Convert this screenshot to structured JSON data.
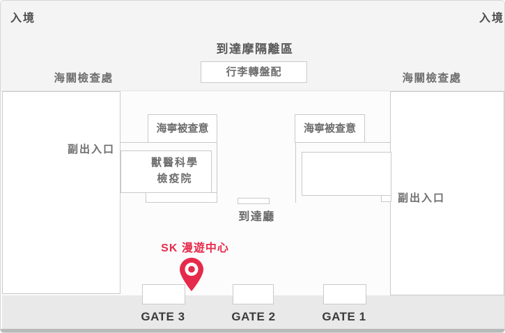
{
  "colors": {
    "marker": "#e62a4b",
    "marker_inner": "#ffffff",
    "walkway_gray": "#e9e9e9",
    "wall_gray": "#c9c9c9",
    "label_gray": "#6d6d6d"
  },
  "top": {
    "entry_left": "入境",
    "entry_right": "入境",
    "quarantine_area": "到達摩隔離區",
    "baggage_carousel": "行李轉盤配",
    "customs_left": "海關檢查處",
    "customs_right": "海關檢查處"
  },
  "left_wing": {
    "sub_exit": "副出入口"
  },
  "right_wing": {
    "sub_exit": "副出入口"
  },
  "center": {
    "inspection_left": "海寧被查意",
    "inspection_right": "海寧被查意",
    "vet_line1": "獸醫科學",
    "vet_line2": "檢疫院",
    "arrival_hall": "到達廳"
  },
  "poi": {
    "label": "SK 漫遊中心"
  },
  "gates": [
    {
      "label": "GATE 3"
    },
    {
      "label": "GATE 2"
    },
    {
      "label": "GATE 1"
    }
  ]
}
